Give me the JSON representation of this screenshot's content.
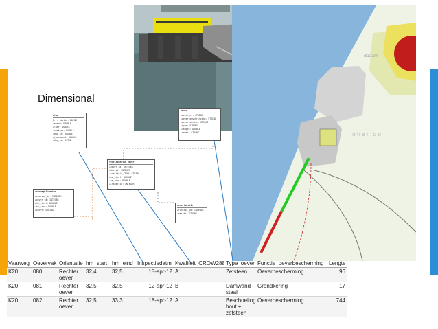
{
  "slide": {
    "title": "Dimensional",
    "accent_left": "#f5a40a",
    "accent_right": "#2a8fd6"
  },
  "map": {
    "labels": [
      "dpaam",
      "oherloo"
    ],
    "legend_green": "#22cc22",
    "legend_red": "#cc2222"
  },
  "diagram": {
    "entities": [
      {
        "title": "dtum",
        "fields": [
          "I... +datum: DATUM",
          "+maand: DOUBLE",
          "+jaar: DOUBLE",
          "+week_nr: DOUBLE",
          "+dag_nr: DOUBLE",
          "+jaarmaand: DOUBLE",
          "+dag_id: DATUM"
        ]
      },
      {
        "title": "oever",
        "fields": [
          "+oever_nr: STRING",
          "+oever_omschrijving: STRING",
          "+oeverfunctie: STRING",
          "+type: STRING",
          "+lengte: DOUBLE",
          "+oever: STRING"
        ]
      },
      {
        "title": "feitinspectie_oever",
        "fields": [
          "+oever_id: INTEGER",
          "+dat_id: INTEGER",
          "+kwaliteit_CROW: STRING",
          "+hm_start: DOUBLE",
          "+hm_eind: DOUBLE",
          "+inspectie: INTEGER"
        ]
      },
      {
        "title": "vaarwegkilometer",
        "fields": [
          "+vaarweg_id: INTEGER",
          "+oever_id: INTEGER",
          "+hm_start: DOUBLE",
          "+hm_eind: DOUBLE",
          "+oever: STRING"
        ]
      },
      {
        "title": "oeverfunctie",
        "fields": [
          "+functie_id: INTEGER",
          "+omschr: STRING"
        ]
      }
    ]
  },
  "table": {
    "headers": [
      "Vaarweg",
      "Oevervak",
      "Orientatie",
      "hm_start",
      "hm_eind",
      "Inspectiedatm",
      "Kwaliteit_CROW288",
      "Type_oever",
      "Functie_oeverbescherming",
      "Lengte"
    ],
    "rows": [
      [
        "K20",
        "080",
        "Rechter oever",
        "32,4",
        "32,5",
        "18-apr-12",
        "A",
        "Zetsteen",
        "Oeverbescherming",
        "96"
      ],
      [
        "K20",
        "081",
        "Rechter oever",
        "32,5",
        "32,5",
        "12-apr-12",
        "B",
        "Damwand staal",
        "Grondkering",
        "17"
      ],
      [
        "K20",
        "082",
        "Rechter oever",
        "32,5",
        "33,3",
        "18-apr-12",
        "A",
        "Beschoeiing hout + zetsteen",
        "Oeverbescherming",
        "744"
      ]
    ]
  }
}
